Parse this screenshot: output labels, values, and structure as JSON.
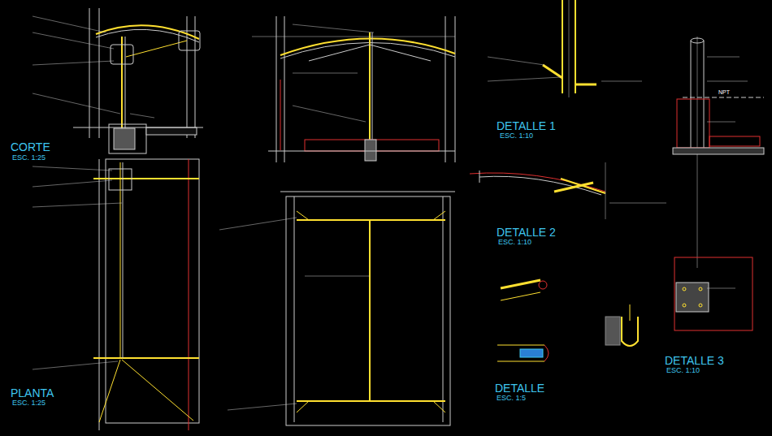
{
  "diagram": {
    "labels": [
      "CORTE",
      "ESC. 1:25",
      "PLANTA",
      "ESC. 1:25",
      "DETALLE 1",
      "ESC. 1:10",
      "DETALLE 2",
      "ESC. 1:10",
      "DETALLE",
      "ESC. 1:5",
      "DETALLE 3",
      "ESC. 1:10",
      "NPT"
    ]
  }
}
